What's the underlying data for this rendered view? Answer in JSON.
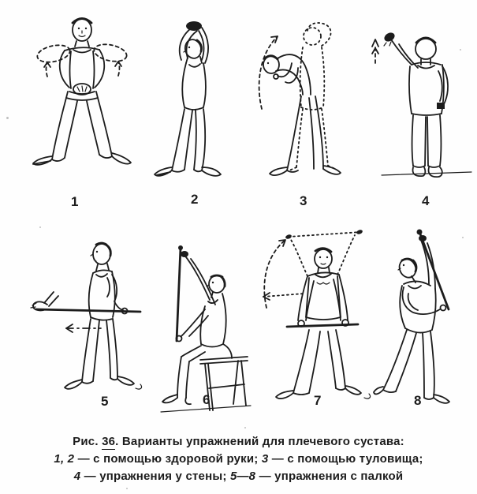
{
  "figures": {
    "numbers": [
      "1",
      "2",
      "3",
      "4",
      "5",
      "6",
      "7",
      "8"
    ],
    "names": [
      "shoulder-circles-hands-clasped",
      "arms-overhead-stretch",
      "trunk-assisted-arm-raise",
      "wall-climbing-exercise",
      "stick-horizontal-front-hold",
      "seated-vertical-stick",
      "stick-overhead-raise",
      "diagonal-stick-side-bend"
    ]
  },
  "caption": {
    "lines": [
      {
        "segments": [
          {
            "t": "Рис. "
          },
          {
            "t": "36",
            "u": true
          },
          {
            "t": ". Варианты упражнений для плечевого сустава:"
          }
        ]
      },
      {
        "segments": [
          {
            "t": "1, 2",
            "i": true
          },
          {
            "t": " — с помощью здоровой руки; "
          },
          {
            "t": "3",
            "i": true
          },
          {
            "t": " — с помощью туловища;"
          }
        ]
      },
      {
        "segments": [
          {
            "t": "4",
            "i": true
          },
          {
            "t": " — упражнения у стены; "
          },
          {
            "t": "5—8",
            "i": true
          },
          {
            "t": " — упражнения с палкой"
          }
        ]
      }
    ]
  },
  "colors": {
    "ink": "#1c1c1c",
    "paper": "#fefefe"
  }
}
